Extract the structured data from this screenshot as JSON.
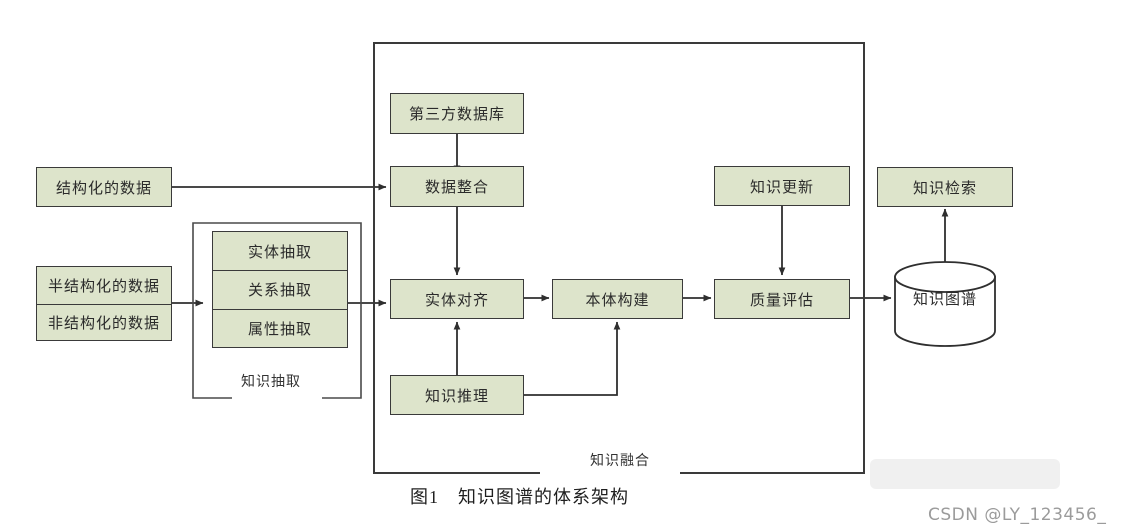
{
  "figure": {
    "caption": "图1　知识图谱的体系架构",
    "watermark": "CSDN @LY_123456_"
  },
  "colors": {
    "node_fill": "#dde4cb",
    "node_border": "#3a3a3a",
    "wire": "#2f2f2f",
    "page_bg": "#ffffff",
    "caption_text": "#1f1f1f",
    "watermark_text": "#9b9b9b"
  },
  "inputs": {
    "structured": "结构化的数据",
    "semi_structured": "半结构化的数据",
    "unstructured": "非结构化的数据"
  },
  "extraction_group": {
    "label": "知识抽取",
    "items": [
      {
        "label": "实体抽取"
      },
      {
        "label": "关系抽取"
      },
      {
        "label": "属性抽取"
      }
    ]
  },
  "fusion_group": {
    "label": "知识融合",
    "nodes": [
      {
        "name": "third-party-db",
        "label": "第三方数据库"
      },
      {
        "name": "data-integration",
        "label": "数据整合"
      },
      {
        "name": "entity-alignment",
        "label": "实体对齐"
      },
      {
        "name": "ontology-construction",
        "label": "本体构建"
      },
      {
        "name": "knowledge-reasoning",
        "label": "知识推理"
      },
      {
        "name": "quality-assessment",
        "label": "质量评估"
      },
      {
        "name": "knowledge-update",
        "label": "知识更新"
      }
    ]
  },
  "outputs": {
    "knowledge_graph": "知识图谱",
    "knowledge_retrieval": "知识检索"
  }
}
